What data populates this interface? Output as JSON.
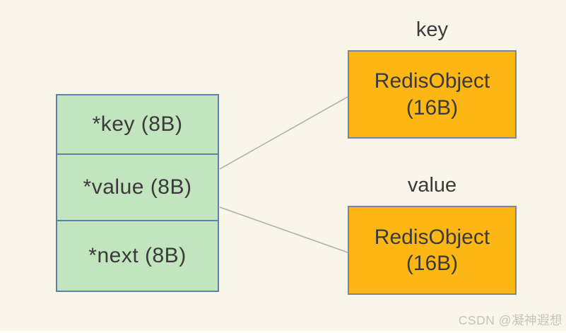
{
  "diagram": {
    "struct_box": {
      "fields": [
        {
          "label": "*key (8B)"
        },
        {
          "label": "*value (8B)"
        },
        {
          "label": "*next (8B)"
        }
      ],
      "fill_color": "#c2e4bf",
      "border_color": "#5e81a8"
    },
    "redis_objects": [
      {
        "title": "key",
        "name": "RedisObject",
        "size": "(16B)"
      },
      {
        "title": "value",
        "name": "RedisObject",
        "size": "(16B)"
      }
    ],
    "object_fill_color": "#fcb714",
    "object_border_color": "#7b8798",
    "connector_color": "#b4b2a9",
    "background_color": "#f9f6e9",
    "text_color": "#3a3a3a"
  },
  "watermark": {
    "text": "CSDN @凝神遐想",
    "color": "#c7c4b9"
  }
}
